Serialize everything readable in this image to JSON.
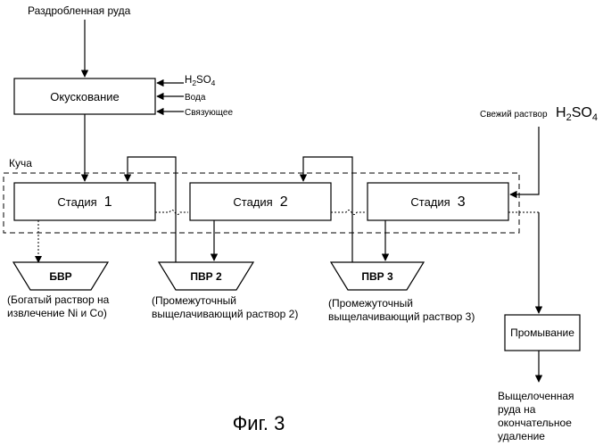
{
  "input_label": "Раздробленная руда",
  "agglomeration": {
    "label": "Окускование",
    "reagents": {
      "acid_main": "H",
      "acid_sub1": "2",
      "acid_mid": "SO",
      "acid_sub2": "4",
      "water": "Вода",
      "binder": "Связующее"
    }
  },
  "fresh_solution": {
    "label": "Свежий раствор",
    "acid_main": "H",
    "acid_sub1": "2",
    "acid_mid": "SO",
    "acid_sub2": "4"
  },
  "heap_label": "Куча",
  "stages": [
    {
      "word": "Стадия",
      "number": "1"
    },
    {
      "word": "Стадия",
      "number": "2"
    },
    {
      "word": "Стадия",
      "number": "3"
    }
  ],
  "tanks": [
    {
      "label": "БВР",
      "caption": [
        "(Богатый раствор на",
        "извлечение Ni и Co)"
      ]
    },
    {
      "label": "ПВР 2",
      "caption": [
        "(Промежуточный",
        "выщелачивающий раствор 2)"
      ]
    },
    {
      "label": "ПВР 3",
      "caption": [
        "(Промежуточный",
        "выщелачивающий раствор 3)"
      ]
    }
  ],
  "washing": {
    "label": "Промывание"
  },
  "output_label": [
    "Выщелоченная",
    "руда на",
    "окончательное",
    "удаление"
  ],
  "figure_label": "Фиг. 3"
}
